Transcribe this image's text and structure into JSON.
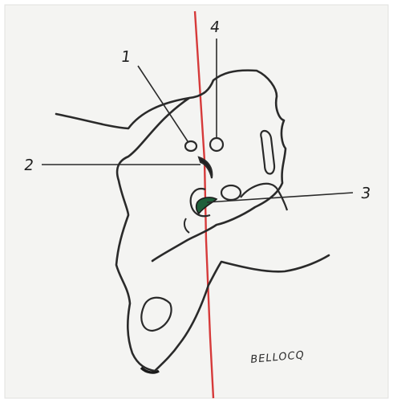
{
  "labels": {
    "one": "1",
    "two": "2",
    "three": "3",
    "four": "4"
  },
  "signature": "BELLOCQ",
  "colors": {
    "paper": "#f4f4f2",
    "ink": "#2a2a2a",
    "midline": "#d63a3a",
    "green_fill": "#1f5f3a"
  }
}
